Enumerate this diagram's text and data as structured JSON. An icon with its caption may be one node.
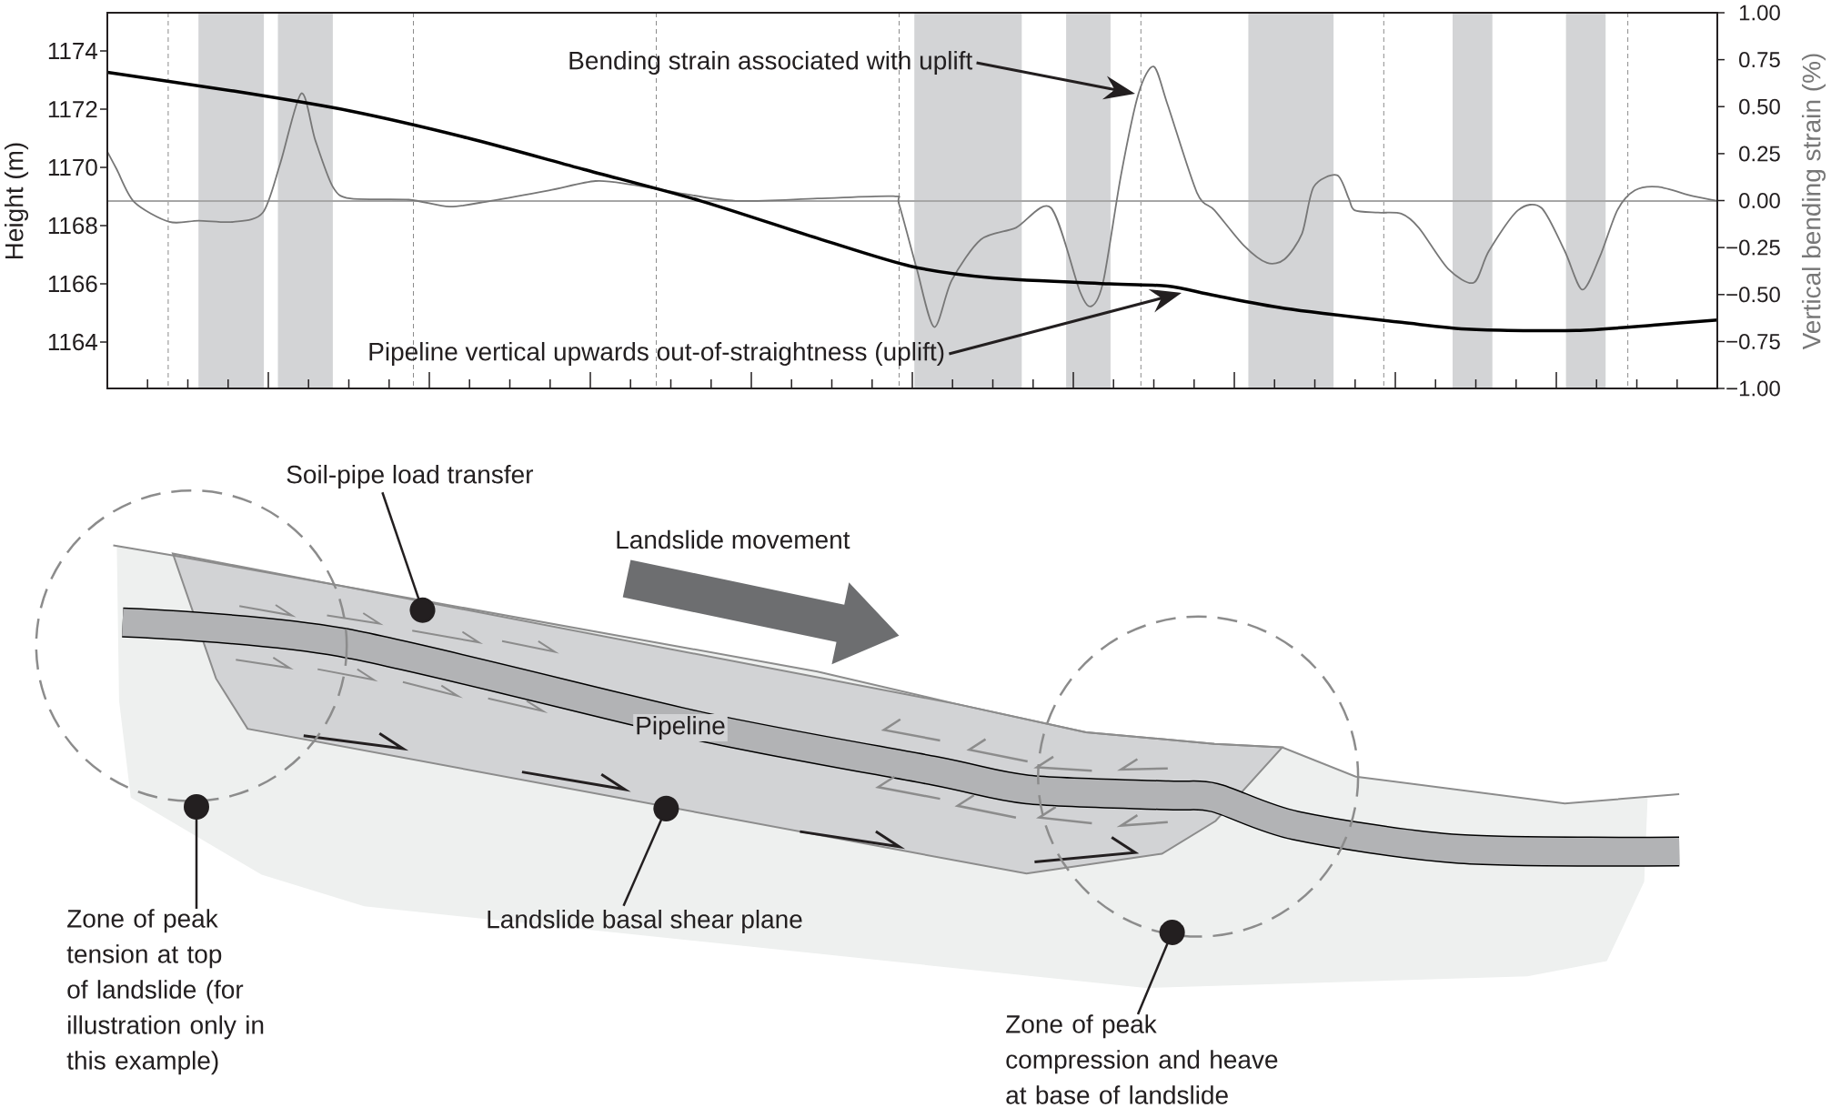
{
  "diagram": {
    "nodes": [
      {
        "text": [
          "Bending strain associated with uplift"
        ]
      },
      {
        "text": [
          "Pipeline vertical upwards out-of-straightness (uplift)"
        ]
      },
      {
        "text": [
          "Soil-pipe load transfer"
        ]
      },
      {
        "text": [
          "Zone of peak tension at top of landslide (for illustration only in this example)"
        ]
      },
      {
        "text": [
          "Landslide basal shear plane"
        ]
      },
      {
        "text": [
          "Zone of peak compression and heave at base of landslide"
        ]
      }
    ],
    "edges": [
      {
        "from": 0,
        "to": null,
        "arrow": "to"
      },
      {
        "from": 1,
        "to": null,
        "arrow": "to"
      },
      {
        "from": 2,
        "to": null,
        "arrow": "other"
      },
      {
        "from": 3,
        "to": null,
        "arrow": "other"
      },
      {
        "from": 4,
        "to": null,
        "arrow": "other"
      },
      {
        "from": 5,
        "to": null,
        "arrow": "other"
      }
    ],
    "labels": [
      "1174",
      "1172",
      "1170",
      "1168",
      "1166",
      "1164",
      "Height (m)",
      "1.00",
      "0.75",
      "0.50",
      "0.25",
      "0.00",
      "−0.25",
      "−0.50",
      "−0.75",
      "−1.00",
      "Vertical bending strain (%)",
      "Landslide movement",
      "Pipeline"
    ]
  }
}
